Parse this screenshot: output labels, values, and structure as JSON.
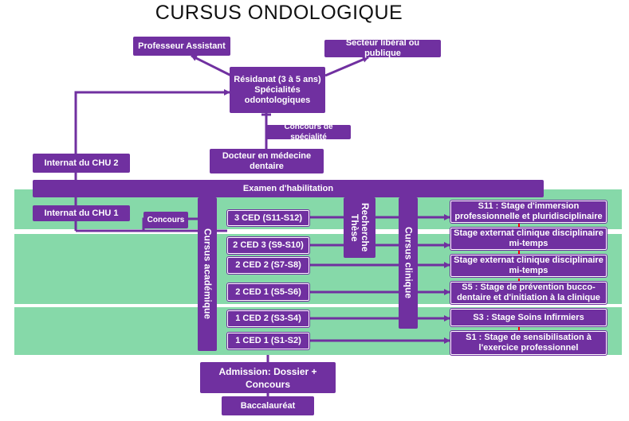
{
  "title": "CURSUS ONDOLOGIQUE",
  "colors": {
    "purple": "#7030a0",
    "green_band": "#86d9a9",
    "red_tick": "#ff0000"
  },
  "nodes": {
    "professeur": "Professeur Assistant",
    "secteur": "Secteur libéral ou publique",
    "residanat": "Résidanat (3 à 5 ans)\nSpécialités\nodontologiques",
    "concours_specialite": "Concours de spécialité",
    "docteur": "Docteur en médecine\ndentaire",
    "internat2": "Internat du CHU 2",
    "examen": "Examen d'habilitation",
    "internat1": "Internat du CHU 1",
    "concours": "Concours",
    "cursus_academique": "Cursus académique",
    "recherche": "Recherche\nThèse",
    "cursus_clinique": "Cursus clinique",
    "admission": "Admission: Dossier +\nConcours",
    "baccalaureat": "Baccalauréat"
  },
  "levels": [
    "3 CED  (S11-S12)",
    "2 CED 3 (S9-S10)",
    "2 CED 2 (S7-S8)",
    "2 CED 1 (S5-S6)",
    "1 CED 2 (S3-S4)",
    "1 CED 1 (S1-S2)"
  ],
  "stages": [
    "S11 : Stage d'immersion\nprofessionnelle et pluridisciplinaire",
    "Stage externat clinique disciplinaire\nmi-temps",
    "Stage externat clinique disciplinaire\nmi-temps",
    "S5 : Stage de prévention bucco-\ndentaire et d'initiation à la clinique",
    "S3 : Stage Soins Infirmiers",
    "S1 : Stage de sensibilisation à\nl'exercice professionnel"
  ]
}
